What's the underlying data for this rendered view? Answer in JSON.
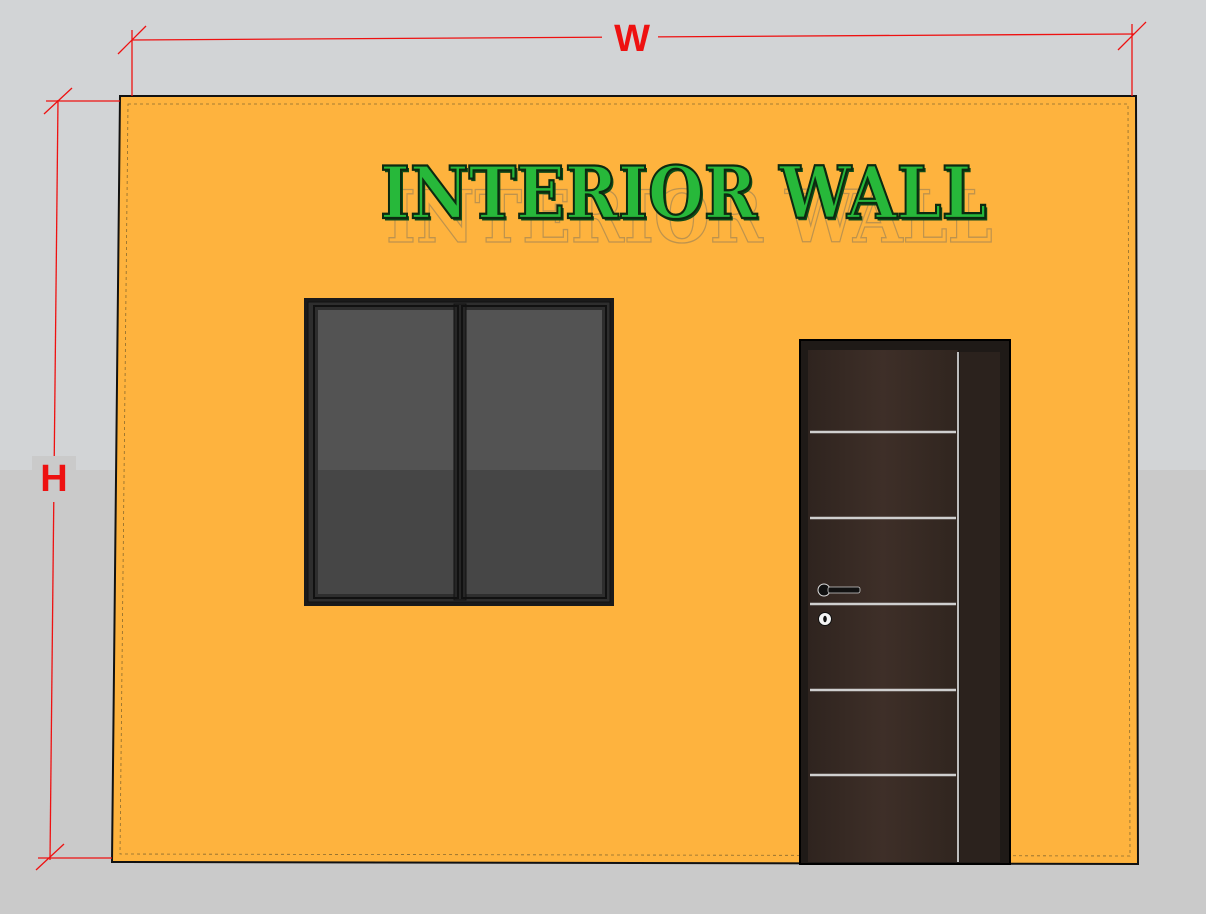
{
  "dimensions": {
    "width_label": "W",
    "height_label": "H"
  },
  "sign": {
    "title": "INTERIOR WALL"
  },
  "colors": {
    "sky": "#d2d4d6",
    "ground": "#cacaca",
    "wall": "#feb33e",
    "dimension_red": "#ee1111",
    "sign_green": "#27b83a",
    "window_frame": "#2e2e2e",
    "glass_upper": "#535353",
    "glass_lower": "#464646",
    "door_frame": "#1f1a17",
    "door_panel": "#3a2c25",
    "door_groove": "#cfcfcf"
  },
  "icons": [
    "door-handle-icon",
    "keyhole-icon"
  ]
}
